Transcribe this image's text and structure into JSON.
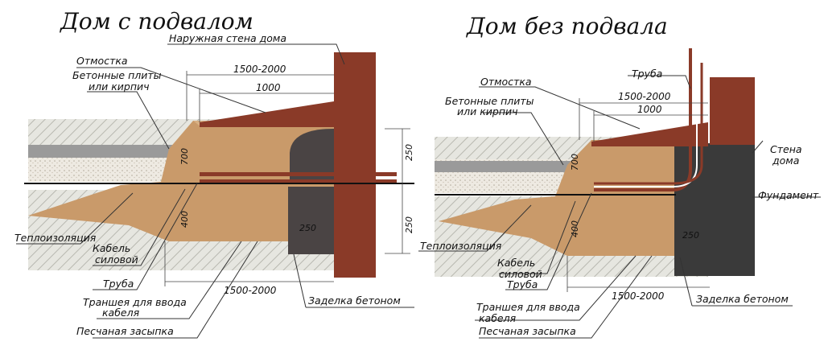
{
  "titles": {
    "left": "Дом с подвалом",
    "right": "Дом без подвала"
  },
  "left": {
    "outer_wall": "Наружная стена дома",
    "otmostka": "Отмостка",
    "plates_line1": "Бетонные плиты",
    "plates_line2": "или кирпич",
    "dim_1500_top": "1500-2000",
    "dim_1000": "1000",
    "dim_700": "700",
    "dim_250_top": "250",
    "dim_250_bottom": "250",
    "dim_250_concrete": "250",
    "dim_400": "400",
    "dim_1500_bottom": "1500-2000",
    "insulation": "Теплоизоляция",
    "cable_line1": "Кабель",
    "cable_line2": "силовой",
    "pipe": "Труба",
    "trench_line1": "Траншея для ввода",
    "trench_line2": "кабеля",
    "sand": "Песчаная засыпка",
    "concrete_seal": "Заделка бетоном"
  },
  "right": {
    "pipe_top": "Труба",
    "otmostka": "Отмостка",
    "plates_line1": "Бетонные плиты",
    "plates_line2": "или кирпич",
    "dim_1500_top": "1500-2000",
    "dim_1000": "1000",
    "dim_700": "700",
    "wall_line1": "Стена",
    "wall_line2": "дома",
    "foundation": "Фундамент",
    "dim_400": "400",
    "dim_250_concrete": "250",
    "dim_1500_bottom": "1500-2000",
    "insulation": "Теплоизоляция",
    "cable_line1": "Кабель",
    "cable_line2": "силовой",
    "pipe": "Труба",
    "trench_line1": "Траншея для ввода",
    "trench_line2": "кабеля",
    "sand": "Песчаная засыпка",
    "concrete_seal": "Заделка бетоном"
  },
  "colors": {
    "sand": "#c99a6a",
    "sand_light": "#d8b084",
    "wall": "#8a3a28",
    "foundation": "#3a3a3a",
    "concrete": "#4a4444",
    "insulation": "#9a9a9a",
    "soil": "#d8d8d0"
  }
}
